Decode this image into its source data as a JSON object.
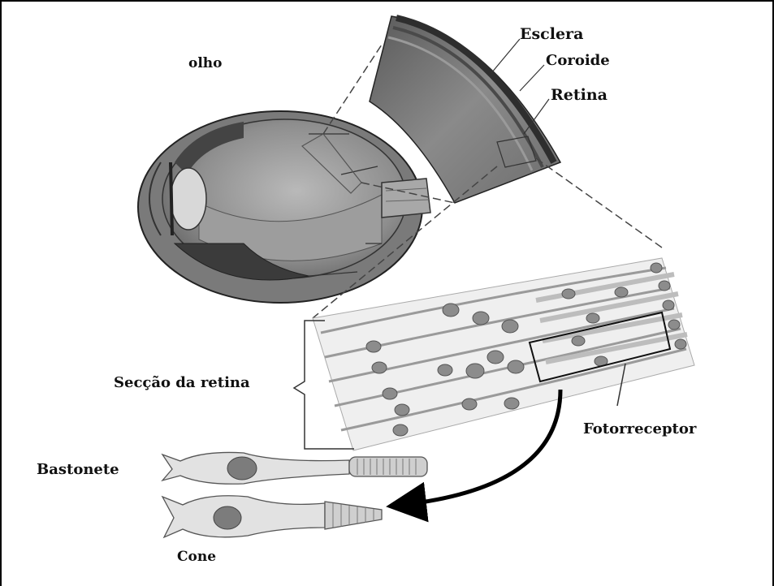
{
  "labels": {
    "olho": "olho",
    "esclera": "Esclera",
    "coroide": "Coroide",
    "retina": "Retina",
    "seccao_retina": "Secção da retina",
    "fotorreceptor": "Fotorreceptor",
    "bastonete": "Bastonete",
    "cone": "Cone"
  }
}
